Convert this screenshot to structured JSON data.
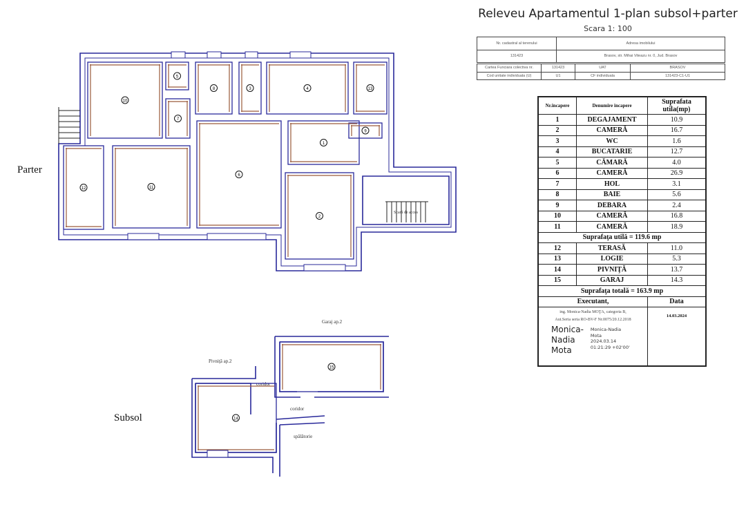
{
  "header": {
    "title": "Releveu Apartamentul 1-plan subsol+parter",
    "scale": "Scara 1: 100"
  },
  "info_table": {
    "cadastral_label": "Nr. cadastral al terenului",
    "cadastral_value": "131423",
    "address_label": "Adresa imobilului",
    "address_value": "Brasov, str. Mihai Viteazu nr. 0, Jud. Brasov",
    "cf_label": "Cartea Funciara colectiva nr.",
    "cf_value": "131423",
    "uat_label": "UAT",
    "uat_value": "BRASOV",
    "unit_label": "Cod unitate individuala (U)",
    "unit_value": "U1",
    "cf_ind_label": "CF individuala",
    "cf_ind_value": "131423-C1-U1"
  },
  "room_table": {
    "headers": [
      "Nr.incapere",
      "Denumire incapere",
      "Suprafata utila(mp)"
    ],
    "rooms_parter": [
      {
        "nr": "1",
        "name": "DEGAJAMENT",
        "area": "10.9"
      },
      {
        "nr": "2",
        "name": "CAMERĂ",
        "area": "16.7"
      },
      {
        "nr": "3",
        "name": "WC",
        "area": "1.6"
      },
      {
        "nr": "4",
        "name": "BUCATARIE",
        "area": "12.7"
      },
      {
        "nr": "5",
        "name": "CĂMARĂ",
        "area": "4.0"
      },
      {
        "nr": "6",
        "name": "CAMERĂ",
        "area": "26.9"
      },
      {
        "nr": "7",
        "name": "HOL",
        "area": "3.1"
      },
      {
        "nr": "8",
        "name": "BAIE",
        "area": "5.6"
      },
      {
        "nr": "9",
        "name": "DEBARA",
        "area": "2.4"
      },
      {
        "nr": "10",
        "name": "CAMERĂ",
        "area": "16.8"
      },
      {
        "nr": "11",
        "name": "CAMERĂ",
        "area": "18.9"
      }
    ],
    "useful_total": "Suprafaţa utilă = 119.6 mp",
    "rooms_extra": [
      {
        "nr": "12",
        "name": "TERASĂ",
        "area": "11.0"
      },
      {
        "nr": "13",
        "name": "LOGIE",
        "area": "5.3"
      },
      {
        "nr": "14",
        "name": "PIVNIŢĂ",
        "area": "13.7"
      },
      {
        "nr": "15",
        "name": "GARAJ",
        "area": "14.3"
      }
    ],
    "grand_total": "Suprafaţa totală = 163.9 mp",
    "executant_label": "Executant,",
    "date_label": "Data",
    "executant_line1": "ing. Monica-Nadia MOŢA, categoria B,",
    "executant_line2": "Aut.Seria seria RO-BV-F  Nr.0075/20.12.2018",
    "signature_name": "Monica-\nNadia\nMota",
    "signature_detail": "Monica-Nadia\nMota\n2024.03.14\n01:21:29 +02'00'",
    "date_value": "14.03.2024"
  },
  "plan": {
    "parter_label": "Parter",
    "subsol_label": "Subsol",
    "garaj_label": "Garaj ap.2",
    "pivnita_label": "Pivniţă ap.2",
    "coridor_label_1": "coridor",
    "coridor_label_2": "coridor",
    "spalatorie_label": "spălătorie",
    "stair_label": "Scară de acces",
    "room_numbers": [
      "10",
      "5",
      "8",
      "3",
      "4",
      "13",
      "7",
      "1",
      "9",
      "6",
      "11",
      "12",
      "2",
      "14",
      "15"
    ],
    "wall_color": "#28289a",
    "dimension_color": "#9a5a3a"
  }
}
